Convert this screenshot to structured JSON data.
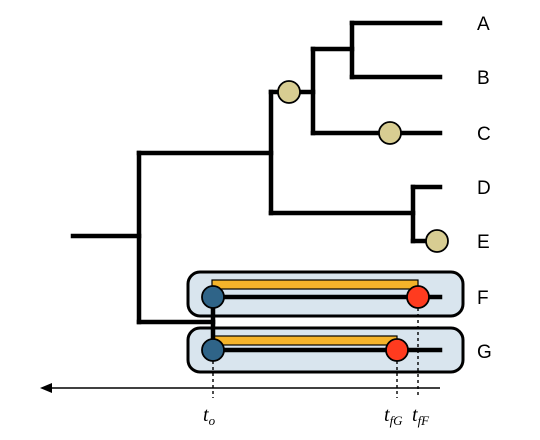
{
  "tips": [
    {
      "label": "A"
    },
    {
      "label": "B"
    },
    {
      "label": "C"
    },
    {
      "label": "D"
    },
    {
      "label": "E"
    },
    {
      "label": "F"
    },
    {
      "label": "G"
    }
  ],
  "time_labels": {
    "origin": {
      "main": "t",
      "sub": "o"
    },
    "tfG": {
      "main": "t",
      "sub": "fG"
    },
    "tfF": {
      "main": "t",
      "sub": "fF"
    }
  },
  "colors": {
    "branch": "#000000",
    "internal_node": "#d8cd92",
    "origin_node": "#2f6488",
    "fossil_node": "#ff3b1f",
    "highlight_fill": "#d9e5ee",
    "range_bar": "#f5b42a"
  }
}
